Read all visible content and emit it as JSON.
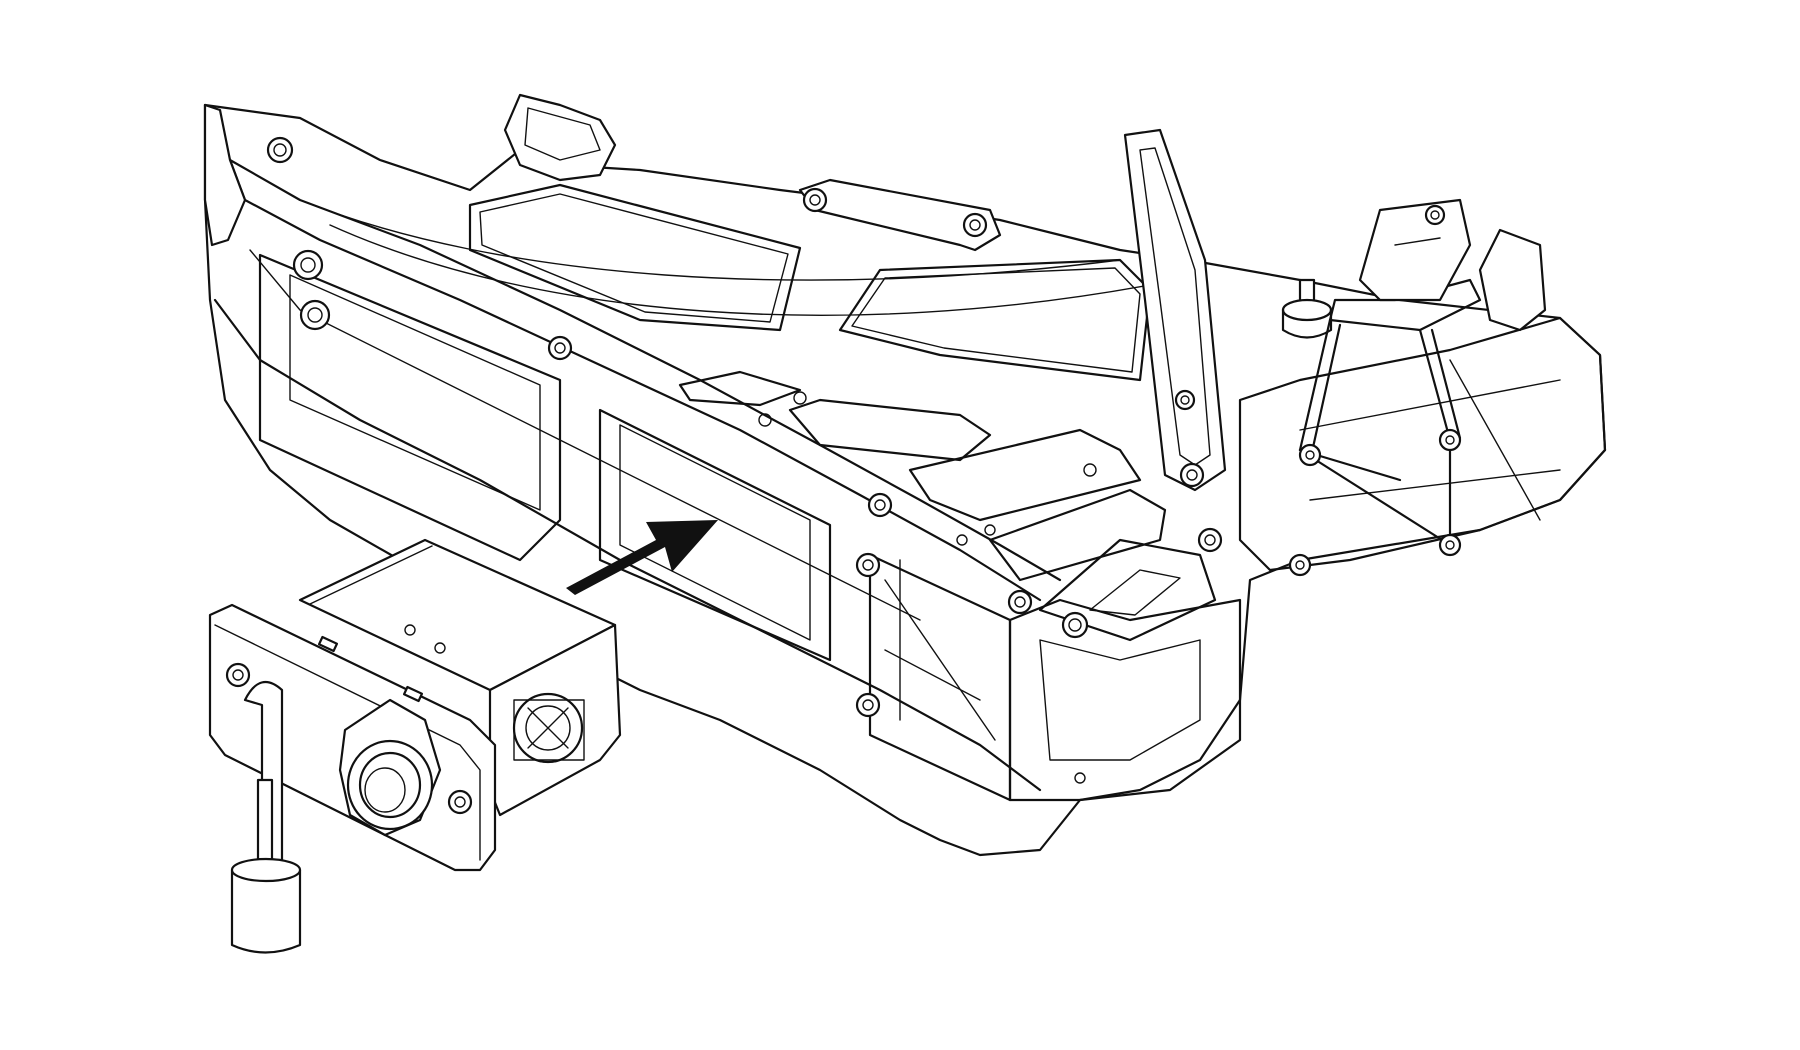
{
  "figure": {
    "kind": "assembly-illustration",
    "line_color": "#111111",
    "background": "#ffffff",
    "arrow_color": "#111111",
    "parts": [
      {
        "id": "chassis-frame",
        "role": "main frame"
      },
      {
        "id": "power-module",
        "role": "removable module"
      },
      {
        "id": "insert-arrow",
        "role": "installation direction"
      }
    ]
  }
}
